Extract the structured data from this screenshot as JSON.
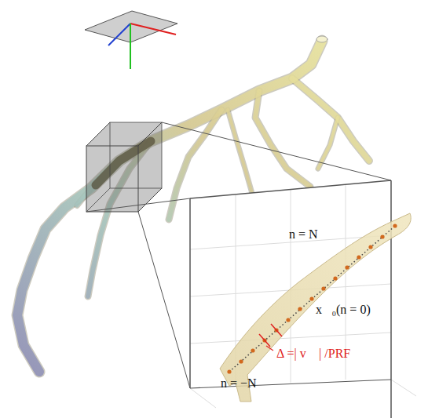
{
  "diagram": {
    "labels": [
      "n = N",
      "x⃗₀(n = 0)",
      "Δ =| v⃗ | /PRF",
      "n = −N"
    ]
  }
}
